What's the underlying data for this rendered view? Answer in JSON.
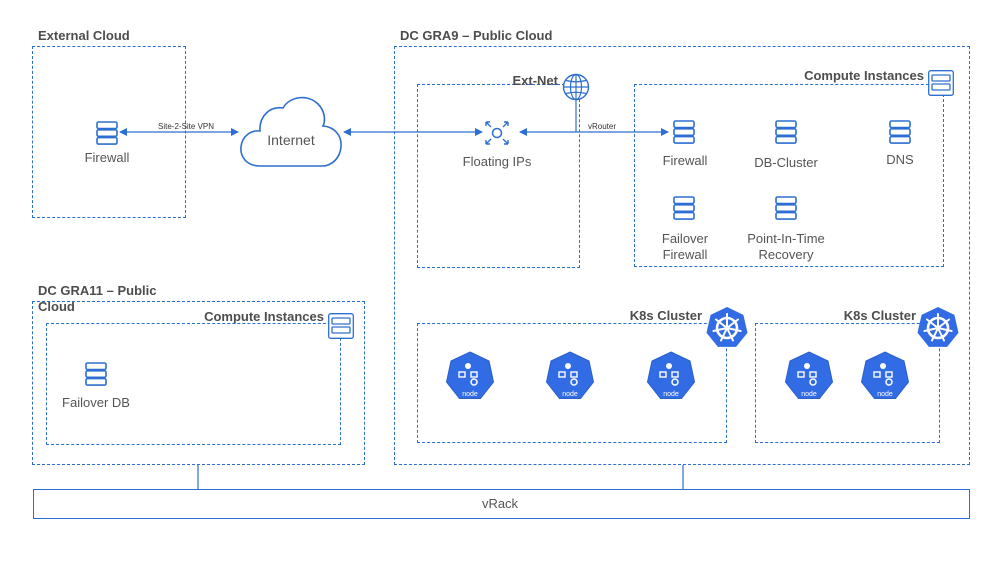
{
  "regions": {
    "external_cloud": "External Cloud",
    "dc_gra9": "DC GRA9 – Public Cloud",
    "dc_gra11_line1": "DC GRA11 – Public",
    "dc_gra11_line2": "Cloud"
  },
  "groups": {
    "ext_net": "Ext-Net",
    "compute_instances_gra9": "Compute Instances",
    "compute_instances_gra11": "Compute Instances",
    "k8s_cluster_1": "K8s Cluster",
    "k8s_cluster_2": "K8s Cluster"
  },
  "nodes": {
    "external_firewall": "Firewall",
    "internet": "Internet",
    "floating_ips": "Floating IPs",
    "firewall": "Firewall",
    "db_cluster": "DB-Cluster",
    "dns": "DNS",
    "failover_firewall_line1": "Failover",
    "failover_firewall_line2": "Firewall",
    "pitr_line1": "Point-In-Time",
    "pitr_line2": "Recovery",
    "failover_db": "Failover DB",
    "vrack": "vRack",
    "k8s_node_label": "node"
  },
  "connections": {
    "site2site_vpn": "Site-2-Site VPN",
    "vrouter": "vRouter"
  },
  "colors": {
    "accent": "#2d6fd1",
    "k8s_blue": "#326ce5"
  }
}
